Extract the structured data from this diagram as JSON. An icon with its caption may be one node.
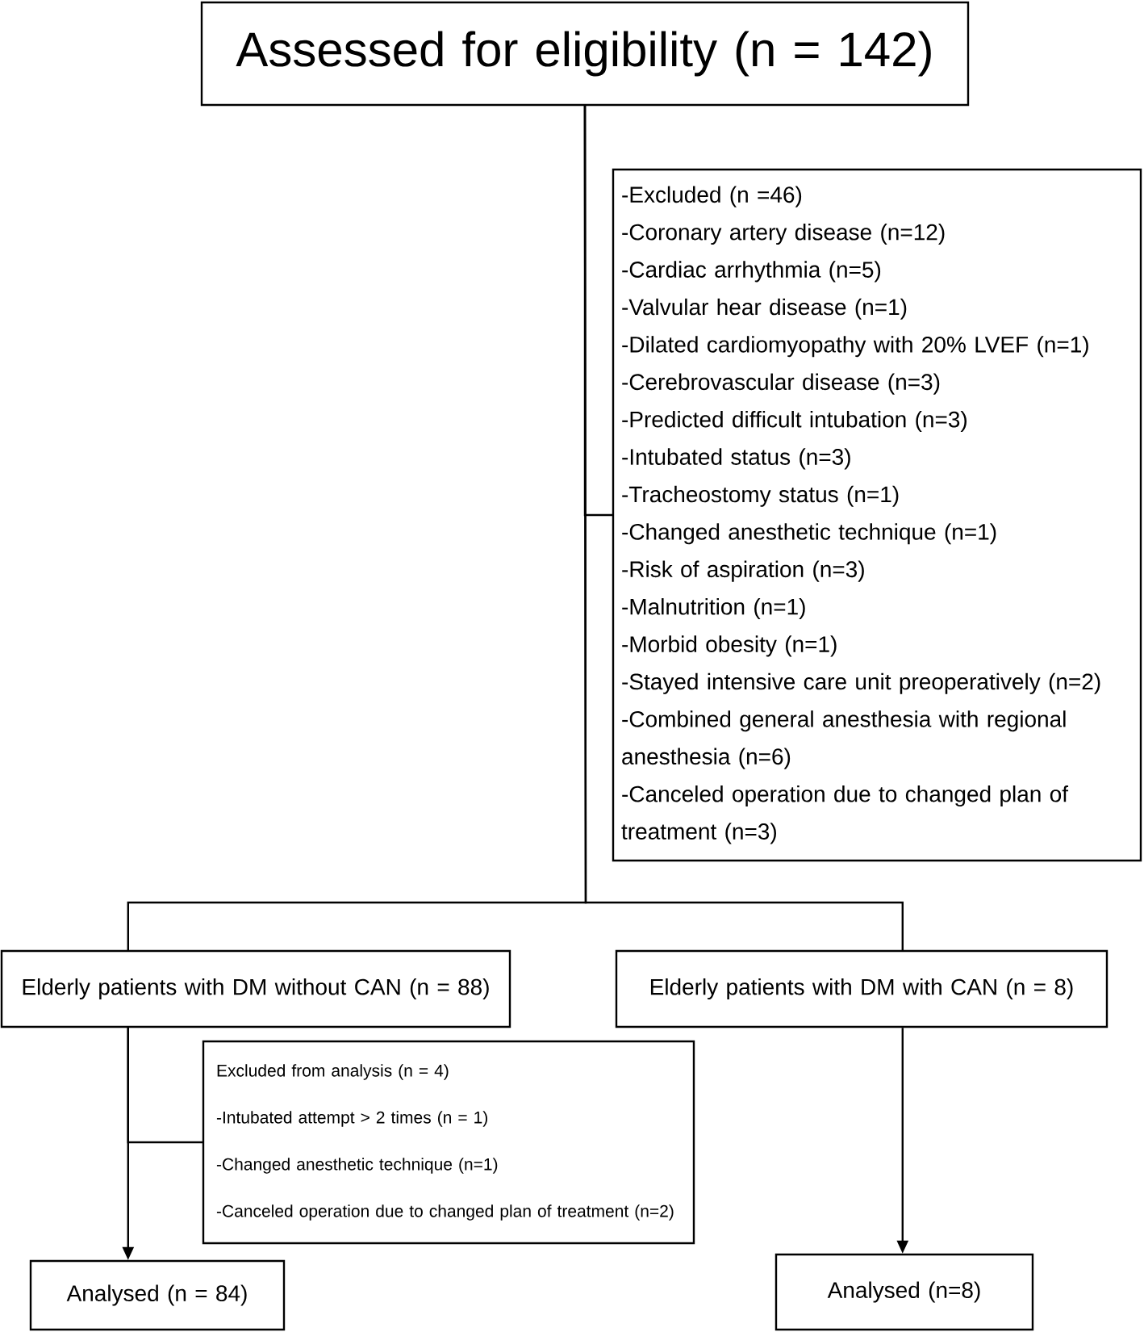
{
  "diagram": {
    "nodes": [
      {
        "text": [
          "Assessed for eligibility (n = 142)"
        ]
      },
      {
        "text": [
          "-Excluded (n =46)",
          "-Coronary artery disease (n=12)",
          "-Cardiac arrhythmia (n=5)",
          "-Valvular hear disease (n=1)",
          "-Dilated cardiomyopathy with 20% LVEF (n=1)",
          "-Cerebrovascular disease (n=3)",
          "-Predicted difficult intubation (n=3)",
          "-Intubated status (n=3)",
          "-Tracheostomy status (n=1)",
          "-Changed anesthetic technique (n=1)",
          "-Risk of aspiration (n=3)",
          "-Malnutrition (n=1)",
          "-Morbid obesity (n=1)",
          "-Stayed intensive care unit preoperatively (n=2)",
          "-Combined general anesthesia with regional anesthesia (n=6)",
          "-Canceled operation due to changed plan of treatment (n=3)"
        ]
      },
      {
        "text": [
          "Elderly patients with DM without CAN (n = 88)"
        ]
      },
      {
        "text": [
          "Elderly patients with DM with CAN (n = 8)"
        ]
      },
      {
        "text": [
          "Excluded from analysis (n = 4)",
          "-Intubated attempt > 2 times (n = 1)",
          "-Changed anesthetic technique (n=1)",
          "-Canceled operation due to changed plan of treatment (n=2)"
        ]
      },
      {
        "text": [
          "Analysed (n = 84)"
        ]
      },
      {
        "text": [
          "Analysed (n=8)"
        ]
      }
    ],
    "edges": [
      {
        "from": 0,
        "to": 1,
        "arrow": "none"
      },
      {
        "from": 0,
        "to": 2,
        "arrow": "none"
      },
      {
        "from": 0,
        "to": 3,
        "arrow": "none"
      },
      {
        "from": 2,
        "to": 4,
        "arrow": "none"
      },
      {
        "from": 2,
        "to": 5,
        "arrow": "to"
      },
      {
        "from": 3,
        "to": 6,
        "arrow": "to"
      }
    ]
  }
}
